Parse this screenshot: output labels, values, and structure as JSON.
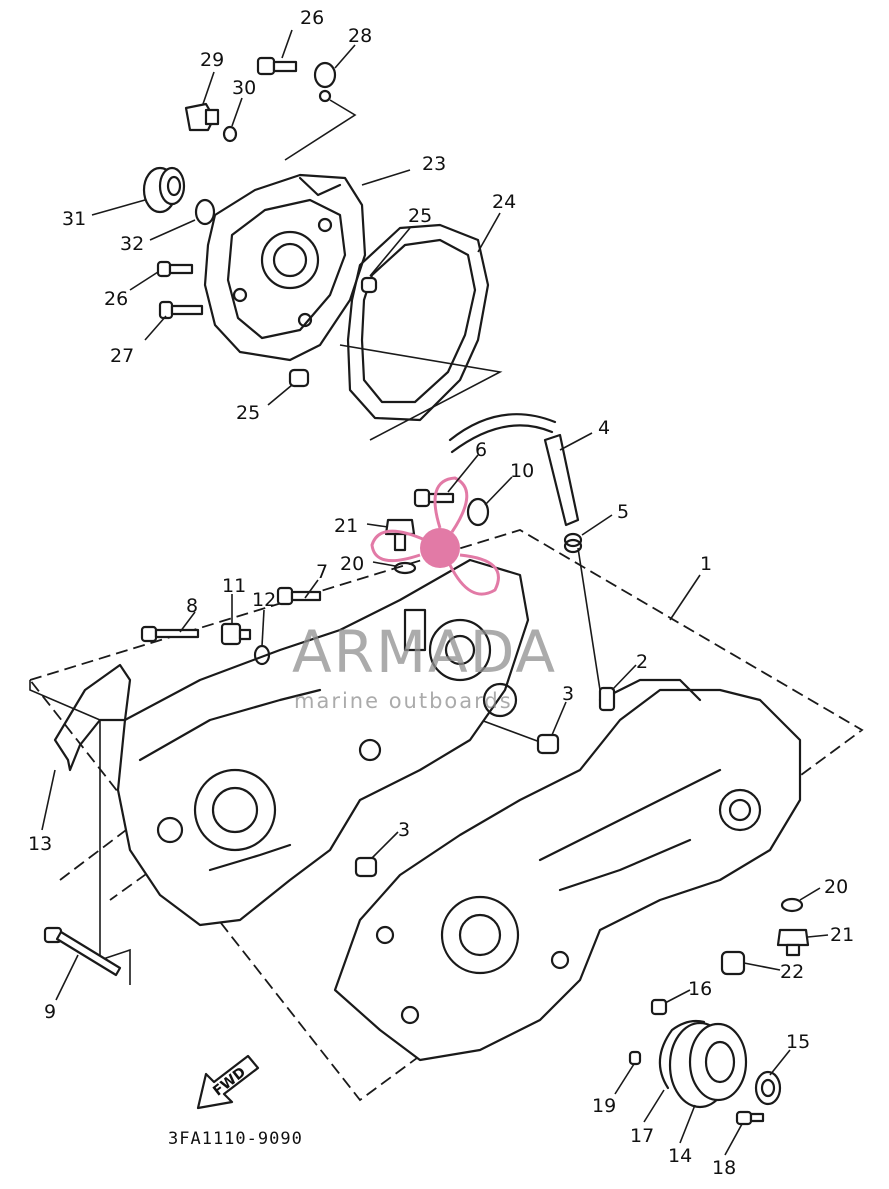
{
  "diagram": {
    "part_code": "3FA1110-9090",
    "direction_label": "FWD",
    "watermark": {
      "brand": "ARMADA",
      "tagline": "marine outboards",
      "accent_color": "#e27aa6"
    },
    "callouts": [
      "1",
      "2",
      "3",
      "3",
      "4",
      "5",
      "6",
      "7",
      "8",
      "9",
      "10",
      "11",
      "12",
      "13",
      "14",
      "15",
      "16",
      "17",
      "18",
      "19",
      "20",
      "20",
      "21",
      "21",
      "22",
      "23",
      "24",
      "25",
      "25",
      "26",
      "26",
      "27",
      "28",
      "29",
      "30",
      "31",
      "32"
    ]
  }
}
